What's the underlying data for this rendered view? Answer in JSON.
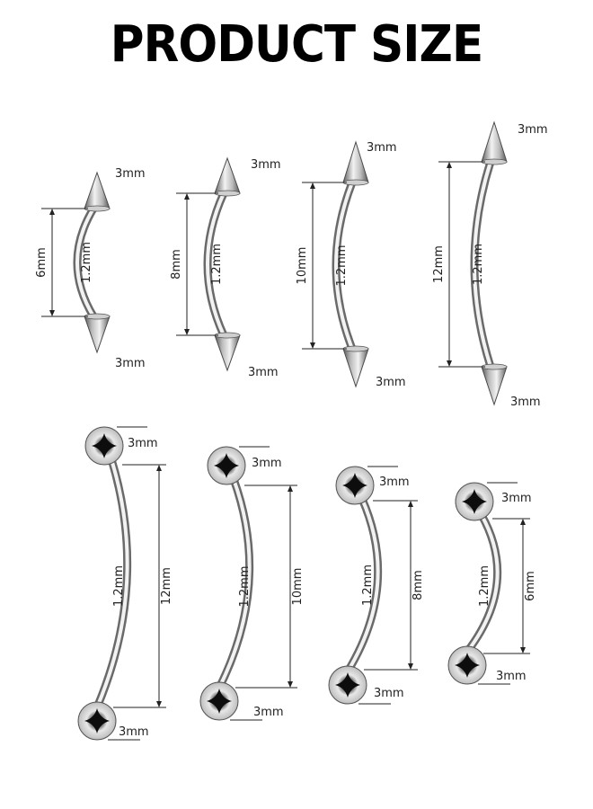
{
  "title": "PRODUCT SIZE",
  "colors": {
    "metal_light": "#f4f4f4",
    "metal_mid": "#bdbdbd",
    "metal_dark": "#6a6a6a",
    "line": "#222222"
  },
  "spike_bars": [
    {
      "ball": "3mm",
      "gauge": "1.2mm",
      "length": "6mm"
    },
    {
      "ball": "3mm",
      "gauge": "1.2mm",
      "length": "8mm"
    },
    {
      "ball": "3mm",
      "gauge": "1.2mm",
      "length": "10mm"
    },
    {
      "ball": "3mm",
      "gauge": "1.2mm",
      "length": "12mm"
    }
  ],
  "ball_bars": [
    {
      "ball": "3mm",
      "gauge": "1.2mm",
      "length": "12mm"
    },
    {
      "ball": "3mm",
      "gauge": "1.2mm",
      "length": "10mm"
    },
    {
      "ball": "3mm",
      "gauge": "1.2mm",
      "length": "8mm"
    },
    {
      "ball": "3mm",
      "gauge": "1.2mm",
      "length": "6mm"
    }
  ]
}
